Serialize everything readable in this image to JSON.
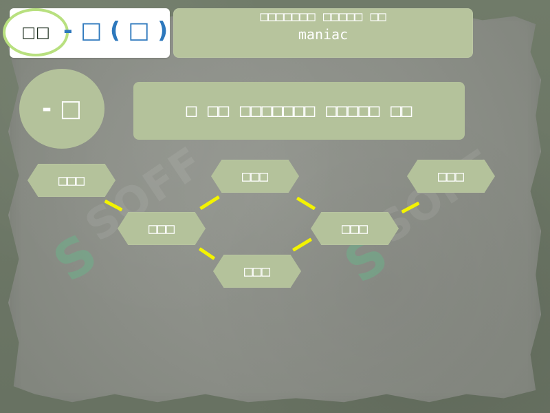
{
  "colors": {
    "background": "#6f7a67",
    "paper": "#8f9289",
    "box": "#b4c29b",
    "title_card": "#ffffff",
    "title_blue": "#2d78bd",
    "oval_border": "#b8e07f",
    "connector": "#f3f300"
  },
  "header": {
    "oval_label": "□□",
    "title": "- □ ( □ )",
    "banner_line_1": "□□□□□□□ □□□□□ □□",
    "banner_line_2": "maniac"
  },
  "left_circle": {
    "label": "- □"
  },
  "main_box": {
    "text": "□ □□ □□□□□□□ □□□□□ □□"
  },
  "nodes": [
    {
      "label": "□□□"
    },
    {
      "label": "□□□"
    },
    {
      "label": "□□□"
    },
    {
      "label": "□□□"
    },
    {
      "label": "□□□"
    },
    {
      "label": "□□□"
    },
    {
      "label": "□□□"
    }
  ],
  "watermarks": [
    {
      "text": "SOFF"
    },
    {
      "text": "SOFF"
    }
  ]
}
